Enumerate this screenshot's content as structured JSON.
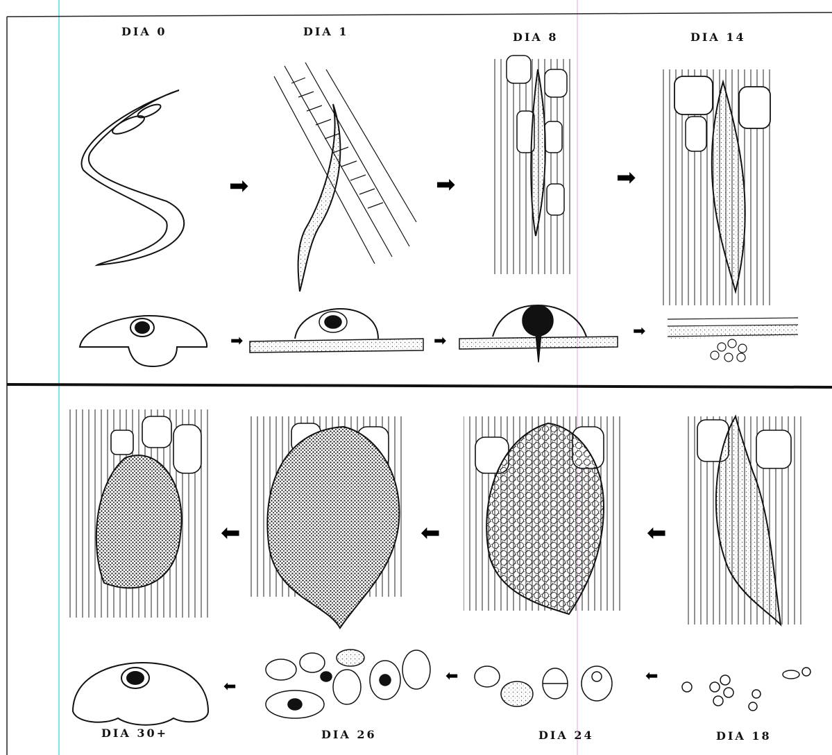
{
  "top_row": {
    "labels": [
      "DIA 0",
      "DIA 1",
      "DIA 8",
      "DIA 14"
    ]
  },
  "bottom_row": {
    "labels": [
      "DIA 30+",
      "DIA 26",
      "DIA 24",
      "DIA 18"
    ]
  },
  "colors": {
    "ink": "#111111",
    "frame": "#222222",
    "margin_line": "#7fe3ef",
    "pink_guide": "#f3c2e8",
    "stipple": "#555555"
  },
  "icons": {
    "arrow_right": "arrow-right-icon",
    "arrow_left": "arrow-left-icon"
  }
}
